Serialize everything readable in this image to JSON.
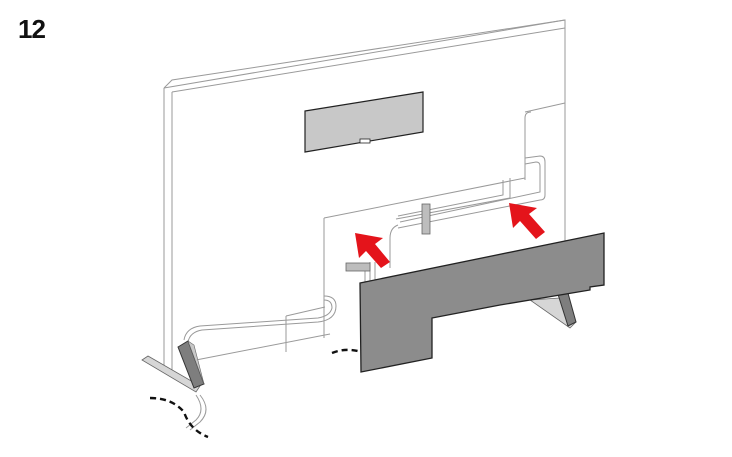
{
  "step": {
    "number": "12"
  },
  "illustration": {
    "subject": "tv-back-rear-cover-attach",
    "colors": {
      "outline": "#9a9a9a",
      "panel": "#c8c8c8",
      "cover": "#8c8c8c",
      "arrow": "#e4141b",
      "dash": "#111111"
    },
    "arrows": 2
  }
}
